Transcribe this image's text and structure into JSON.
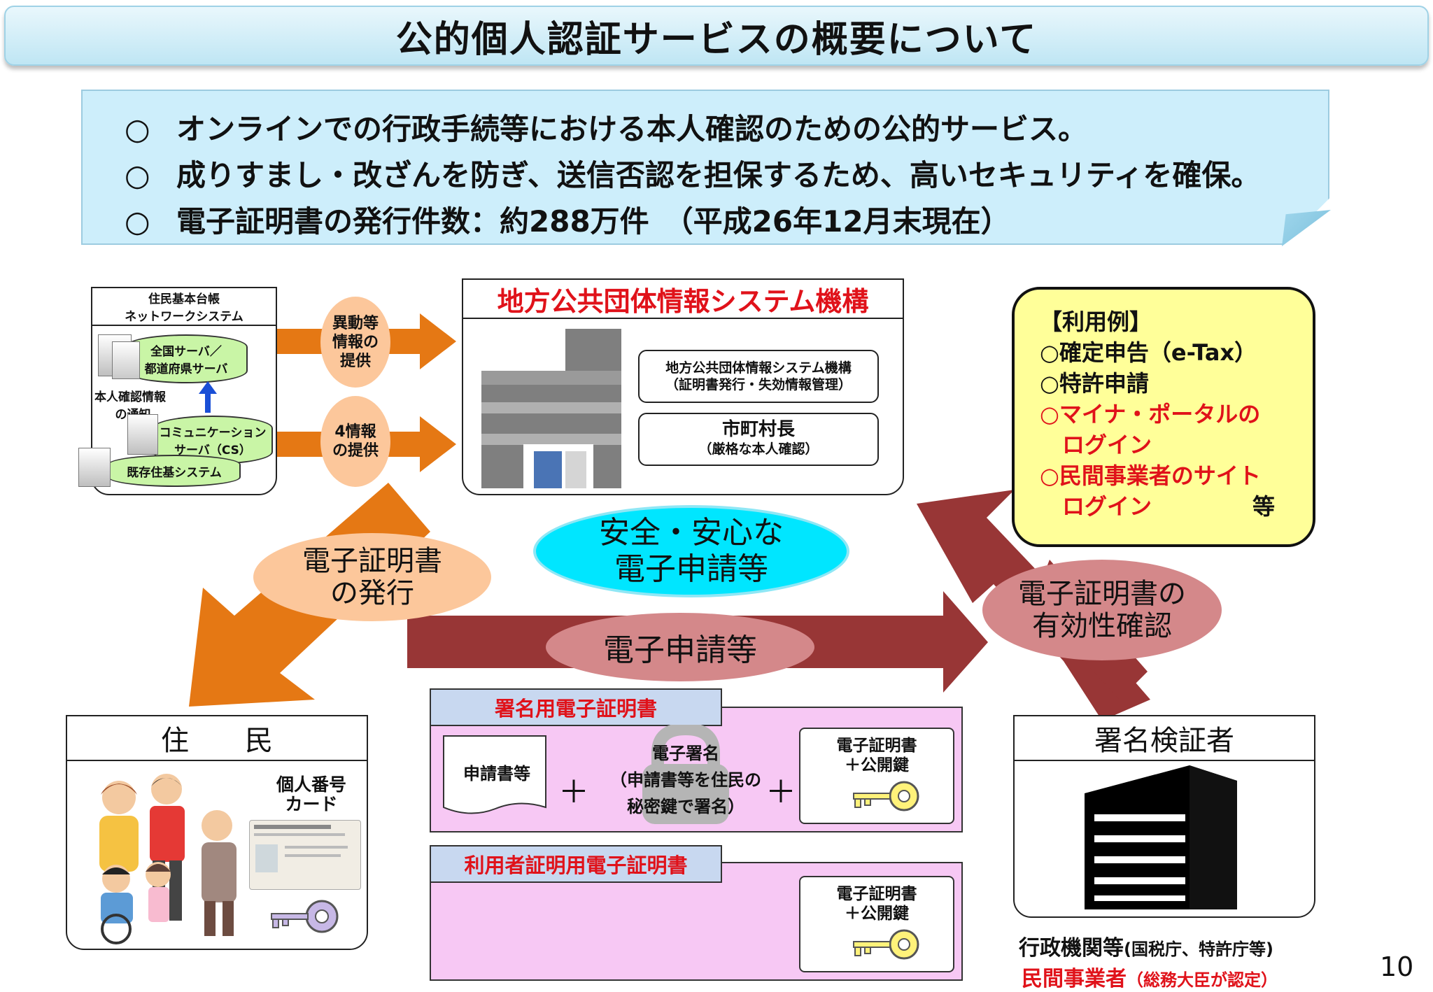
{
  "title": "公的個人認証サービスの概要について",
  "summary": {
    "mark": "○",
    "lines": [
      "オンラインでの行政手続等における本人確認のための公的サービス。",
      "成りすまし・改ざんを防ぎ、送信否認を担保するため、高いセキュリティを確保。",
      "電子証明書の発行件数：約288万件　（平成26年12月末現在）"
    ]
  },
  "juki": {
    "title_line1": "住民基本台帳",
    "title_line2": "ネットワークシステム",
    "national_server_1": "全国サーバ／",
    "national_server_2": "都道府県サーバ",
    "identity_notice_1": "本人確認情報",
    "identity_notice_2": "の通知",
    "cs_1": "コミュニケーション",
    "cs_2": "サーバ（CS）",
    "existing": "既存住基システム"
  },
  "flow_labels": {
    "change_info": "異動等情報の提供",
    "four_info": "4情報の提供"
  },
  "jlis": {
    "title": "地方公共団体情報システム機構",
    "box1_line1": "地方公共団体情報システム機構",
    "box1_line2": "（証明書発行・失効情報管理）",
    "box2_line1": "市町村長",
    "box2_line2": "（厳格な本人確認）"
  },
  "usage": {
    "header": "【利用例】",
    "items": [
      {
        "text": "○確定申告（e-Tax）",
        "color": "#111111"
      },
      {
        "text": "○特許申請",
        "color": "#111111"
      },
      {
        "text": "○マイナ・ポータルの",
        "color": "#e0121a"
      },
      {
        "text": "　ログイン",
        "color": "#e0121a"
      },
      {
        "text": "○民間事業者のサイト",
        "color": "#e0121a"
      }
    ],
    "last_line_left": "　ログイン",
    "last_line_right": "等"
  },
  "center": {
    "safe_line1": "安全・安心な",
    "safe_line2": "電子申請等",
    "issue_line1": "電子証明書",
    "issue_line2": "の発行",
    "apply": "電子申請等",
    "validity_line1": "電子証明書の",
    "validity_line2": "有効性確認"
  },
  "resident": {
    "title": "住　　民",
    "card_line1": "個人番号",
    "card_line2": "カード"
  },
  "signing": {
    "tag": "署名用電子証明書",
    "doc": "申請書等",
    "plus": "＋",
    "sig_line1": "電子署名",
    "sig_line2": "（申請書等を住民の",
    "sig_line3": "秘密鍵で署名）",
    "cert_line1": "電子証明書",
    "cert_line2": "＋公開鍵"
  },
  "user_cert": {
    "tag": "利用者証明用電子証明書",
    "cert_line1": "電子証明書",
    "cert_line2": "＋公開鍵"
  },
  "verifier": {
    "title": "署名検証者",
    "line1_main": "行政機関等",
    "line1_sub": "(国税庁、特許庁等)",
    "line2_main": "民間事業者",
    "line2_sub": "（総務大臣が認定）"
  },
  "page_number": "10",
  "colors": {
    "orange_arrow": "#e57814",
    "maroon_arrow": "#983636",
    "title_bg": "#cdeefb",
    "usage_bg": "#ffff99",
    "safe_bg": "#00e6ff",
    "peach_ellipse": "#fcc79b",
    "rose_ellipse": "#d4888a",
    "pink_panel": "#f7c8f4",
    "accent_red": "#e0121a"
  }
}
